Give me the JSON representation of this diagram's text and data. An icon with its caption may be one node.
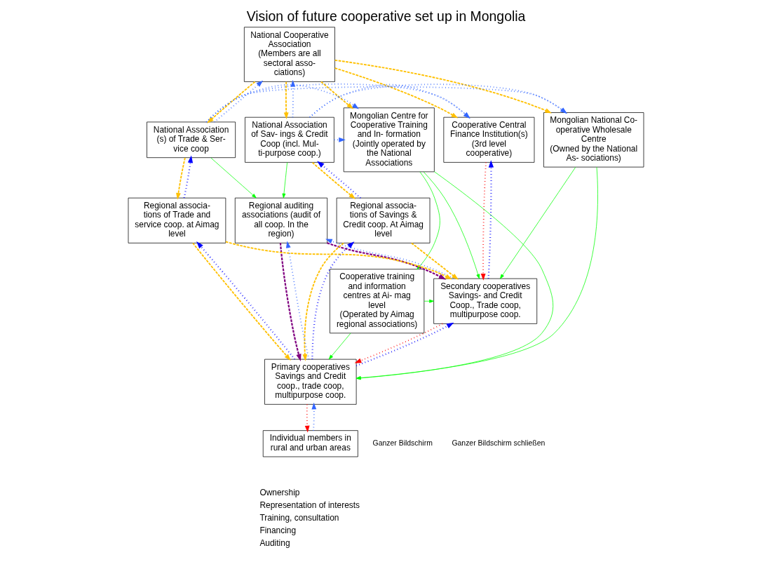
{
  "diagram": {
    "title": "Vision of future cooperative set up in Mongolia",
    "nodes": [
      {
        "text": [
          "Mongolian Centre for Cooperative Training and In- formation",
          "(Jointly operated by the National Associations"
        ]
      },
      {
        "text": [
          "Mongolian National Co- operative Wholesale Centre",
          "(Owned by the National As- sociations)"
        ]
      },
      {
        "text": [
          "Cooperative Central Finance Institution(s) (3rd level cooperative)"
        ]
      },
      {
        "text": [
          "National Cooperative Association",
          "(Members are all sectoral asso- ciations)"
        ]
      },
      {
        "text": [
          "National Association of Sav- ings & Credit Coop (incl. Mul- ti-purpose coop.)"
        ]
      },
      {
        "text": [
          "National Association (s) of Trade & Ser- vice coop"
        ]
      },
      {
        "text": [
          "Regional auditing associations (audit of all coop. In the region)"
        ]
      },
      {
        "text": [
          "Secondary cooperatives",
          "Savings- and Credit Coop., Trade coop, multipurpose coop."
        ]
      },
      {
        "text": [
          "Cooperative training and information centres at Ai- mag level",
          "(Operated by Aimag regional associations)"
        ]
      },
      {
        "text": [
          "Regional associa- tions of Savings & Credit coop. At Aimag level"
        ]
      },
      {
        "text": [
          "Regional associa- tions of Trade and service coop. at Aimag level"
        ]
      },
      {
        "text": [
          "Primary cooperatives",
          "Savings and Credit coop., trade coop, multipurpose coop."
        ]
      },
      {
        "text": [
          "Individual members in rural and urban areas"
        ]
      }
    ],
    "edges": [
      {
        "from": 3,
        "to": 0,
        "arrow": "to",
        "style": "dashed",
        "color": "#ffc000"
      },
      {
        "from": 3,
        "to": 1,
        "arrow": "to",
        "style": "dashed",
        "color": "#ffc000"
      },
      {
        "from": 3,
        "to": 2,
        "arrow": "to",
        "style": "dashed",
        "color": "#ffc000"
      },
      {
        "from": 4,
        "to": 0,
        "arrow": "to",
        "style": "dashed",
        "color": "#3366ff"
      },
      {
        "from": 4,
        "to": 1,
        "arrow": "to",
        "style": "dashed",
        "color": "#3366ff"
      },
      {
        "from": 4,
        "to": 2,
        "arrow": "to",
        "style": "dashed",
        "color": "#3366ff"
      },
      {
        "from": 5,
        "to": 0,
        "arrow": "to",
        "style": "dashed",
        "color": "#3366ff"
      },
      {
        "from": 5,
        "to": 1,
        "arrow": "to",
        "style": "dashed",
        "color": "#3366ff"
      },
      {
        "from": 5,
        "to": 2,
        "arrow": "to",
        "style": "dashed",
        "color": "#3366ff"
      },
      {
        "from": 3,
        "to": 4,
        "arrow": "to",
        "style": "dashed",
        "color": "#ffc000"
      },
      {
        "from": 4,
        "to": 3,
        "arrow": "to",
        "style": "dashed",
        "color": "#3366ff"
      },
      {
        "from": 3,
        "to": 5,
        "arrow": "to",
        "style": "dashed",
        "color": "#ffc000"
      },
      {
        "from": 5,
        "to": 3,
        "arrow": "to",
        "style": "dashed",
        "color": "#3366ff"
      },
      {
        "from": 4,
        "to": 6,
        "arrow": "to",
        "color": "#00ff00"
      },
      {
        "from": 5,
        "to": 6,
        "arrow": "to",
        "color": "#00ff00"
      },
      {
        "from": 4,
        "to": 9,
        "arrow": "to",
        "style": "dashed",
        "color": "#ffc000"
      },
      {
        "from": 9,
        "to": 4,
        "arrow": "to",
        "style": "dashed",
        "color": "#0000ff"
      },
      {
        "from": 5,
        "to": 10,
        "arrow": "to",
        "style": "dashed",
        "color": "#ffc000"
      },
      {
        "from": 10,
        "to": 5,
        "arrow": "to",
        "style": "dashed",
        "color": "#0000ff"
      },
      {
        "from": 0,
        "to": 8,
        "arrow": "to",
        "color": "#00ff00"
      },
      {
        "from": 0,
        "to": 11,
        "arrow": "to",
        "color": "#00ff00"
      },
      {
        "from": 0,
        "to": 7,
        "arrow": "to",
        "color": "#00ff00"
      },
      {
        "from": 1,
        "to": 11,
        "arrow": "to",
        "color": "#00ff00"
      },
      {
        "from": 1,
        "to": 7,
        "arrow": "to",
        "color": "#00ff00"
      },
      {
        "from": 2,
        "to": 7,
        "arrow": "to",
        "style": "dashed",
        "color": "#ff0000"
      },
      {
        "from": 7,
        "to": 2,
        "arrow": "to",
        "style": "dashed",
        "color": "#0000ff"
      },
      {
        "from": 6,
        "to": 7,
        "arrow": "to",
        "style": "dashed",
        "color": "#800080"
      },
      {
        "from": 6,
        "to": 11,
        "arrow": "to",
        "style": "dashed",
        "color": "#800080"
      },
      {
        "from": 7,
        "to": 6,
        "arrow": "to",
        "style": "dashed",
        "color": "#3366ff"
      },
      {
        "from": 11,
        "to": 6,
        "arrow": "to",
        "style": "dashed",
        "color": "#3366ff"
      },
      {
        "from": 8,
        "to": 7,
        "arrow": "to",
        "color": "#00ff00"
      },
      {
        "from": 8,
        "to": 11,
        "arrow": "to",
        "color": "#00ff00"
      },
      {
        "from": 7,
        "to": 11,
        "arrow": "to",
        "style": "dashed",
        "color": "#ff0000"
      },
      {
        "from": 11,
        "to": 7,
        "arrow": "to",
        "style": "dashed",
        "color": "#0000ff"
      },
      {
        "from": 9,
        "to": 7,
        "arrow": "to",
        "style": "dashed",
        "color": "#ffc000"
      },
      {
        "from": 9,
        "to": 11,
        "arrow": "to",
        "style": "dashed",
        "color": "#ffc000"
      },
      {
        "from": 10,
        "to": 7,
        "arrow": "to",
        "style": "dashed",
        "color": "#ffc000"
      },
      {
        "from": 10,
        "to": 11,
        "arrow": "to",
        "style": "dashed",
        "color": "#ffc000"
      },
      {
        "from": 11,
        "to": 9,
        "arrow": "to",
        "style": "dashed",
        "color": "#0000ff"
      },
      {
        "from": 11,
        "to": 10,
        "arrow": "to",
        "style": "dashed",
        "color": "#0000ff"
      },
      {
        "from": 11,
        "to": 12,
        "arrow": "to",
        "style": "dashed",
        "color": "#ff0000"
      },
      {
        "from": 12,
        "to": 11,
        "arrow": "to",
        "style": "dashed",
        "color": "#3366ff"
      }
    ],
    "labels": [
      "Ganzer Bildschirm",
      "Ganzer Bildschirm schließen"
    ],
    "legend": [
      {
        "text": "Ownership"
      },
      {
        "text": "Representation of interests"
      },
      {
        "text": "Training, consultation"
      },
      {
        "text": "Financing"
      },
      {
        "text": "Auditing"
      }
    ]
  }
}
